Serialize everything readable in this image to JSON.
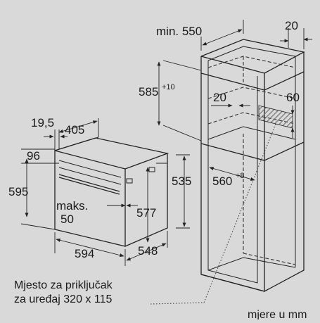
{
  "colors": {
    "frame": "#d9d9d9",
    "background": "#ffffff",
    "line": "#222222",
    "hatch": "#9a9a9a"
  },
  "dimensions": {
    "min_550": "min. 550",
    "d20_top": "20",
    "d585": "585",
    "d585_sup": "+10",
    "d20_mid": "20",
    "d60": "60",
    "d560": "560",
    "d560_sup": "+8",
    "d19_5": "19,5",
    "d405": "405",
    "d96": "96",
    "d595": "595",
    "d535": "535",
    "maks": "maks.",
    "maks_val": "50",
    "d577": "577",
    "d594": "594",
    "d548": "548"
  },
  "notes": {
    "connection_line1": "Mjesto za priključak",
    "connection_line2": "za uređaj 320 x 115",
    "units": "mjere u mm"
  }
}
